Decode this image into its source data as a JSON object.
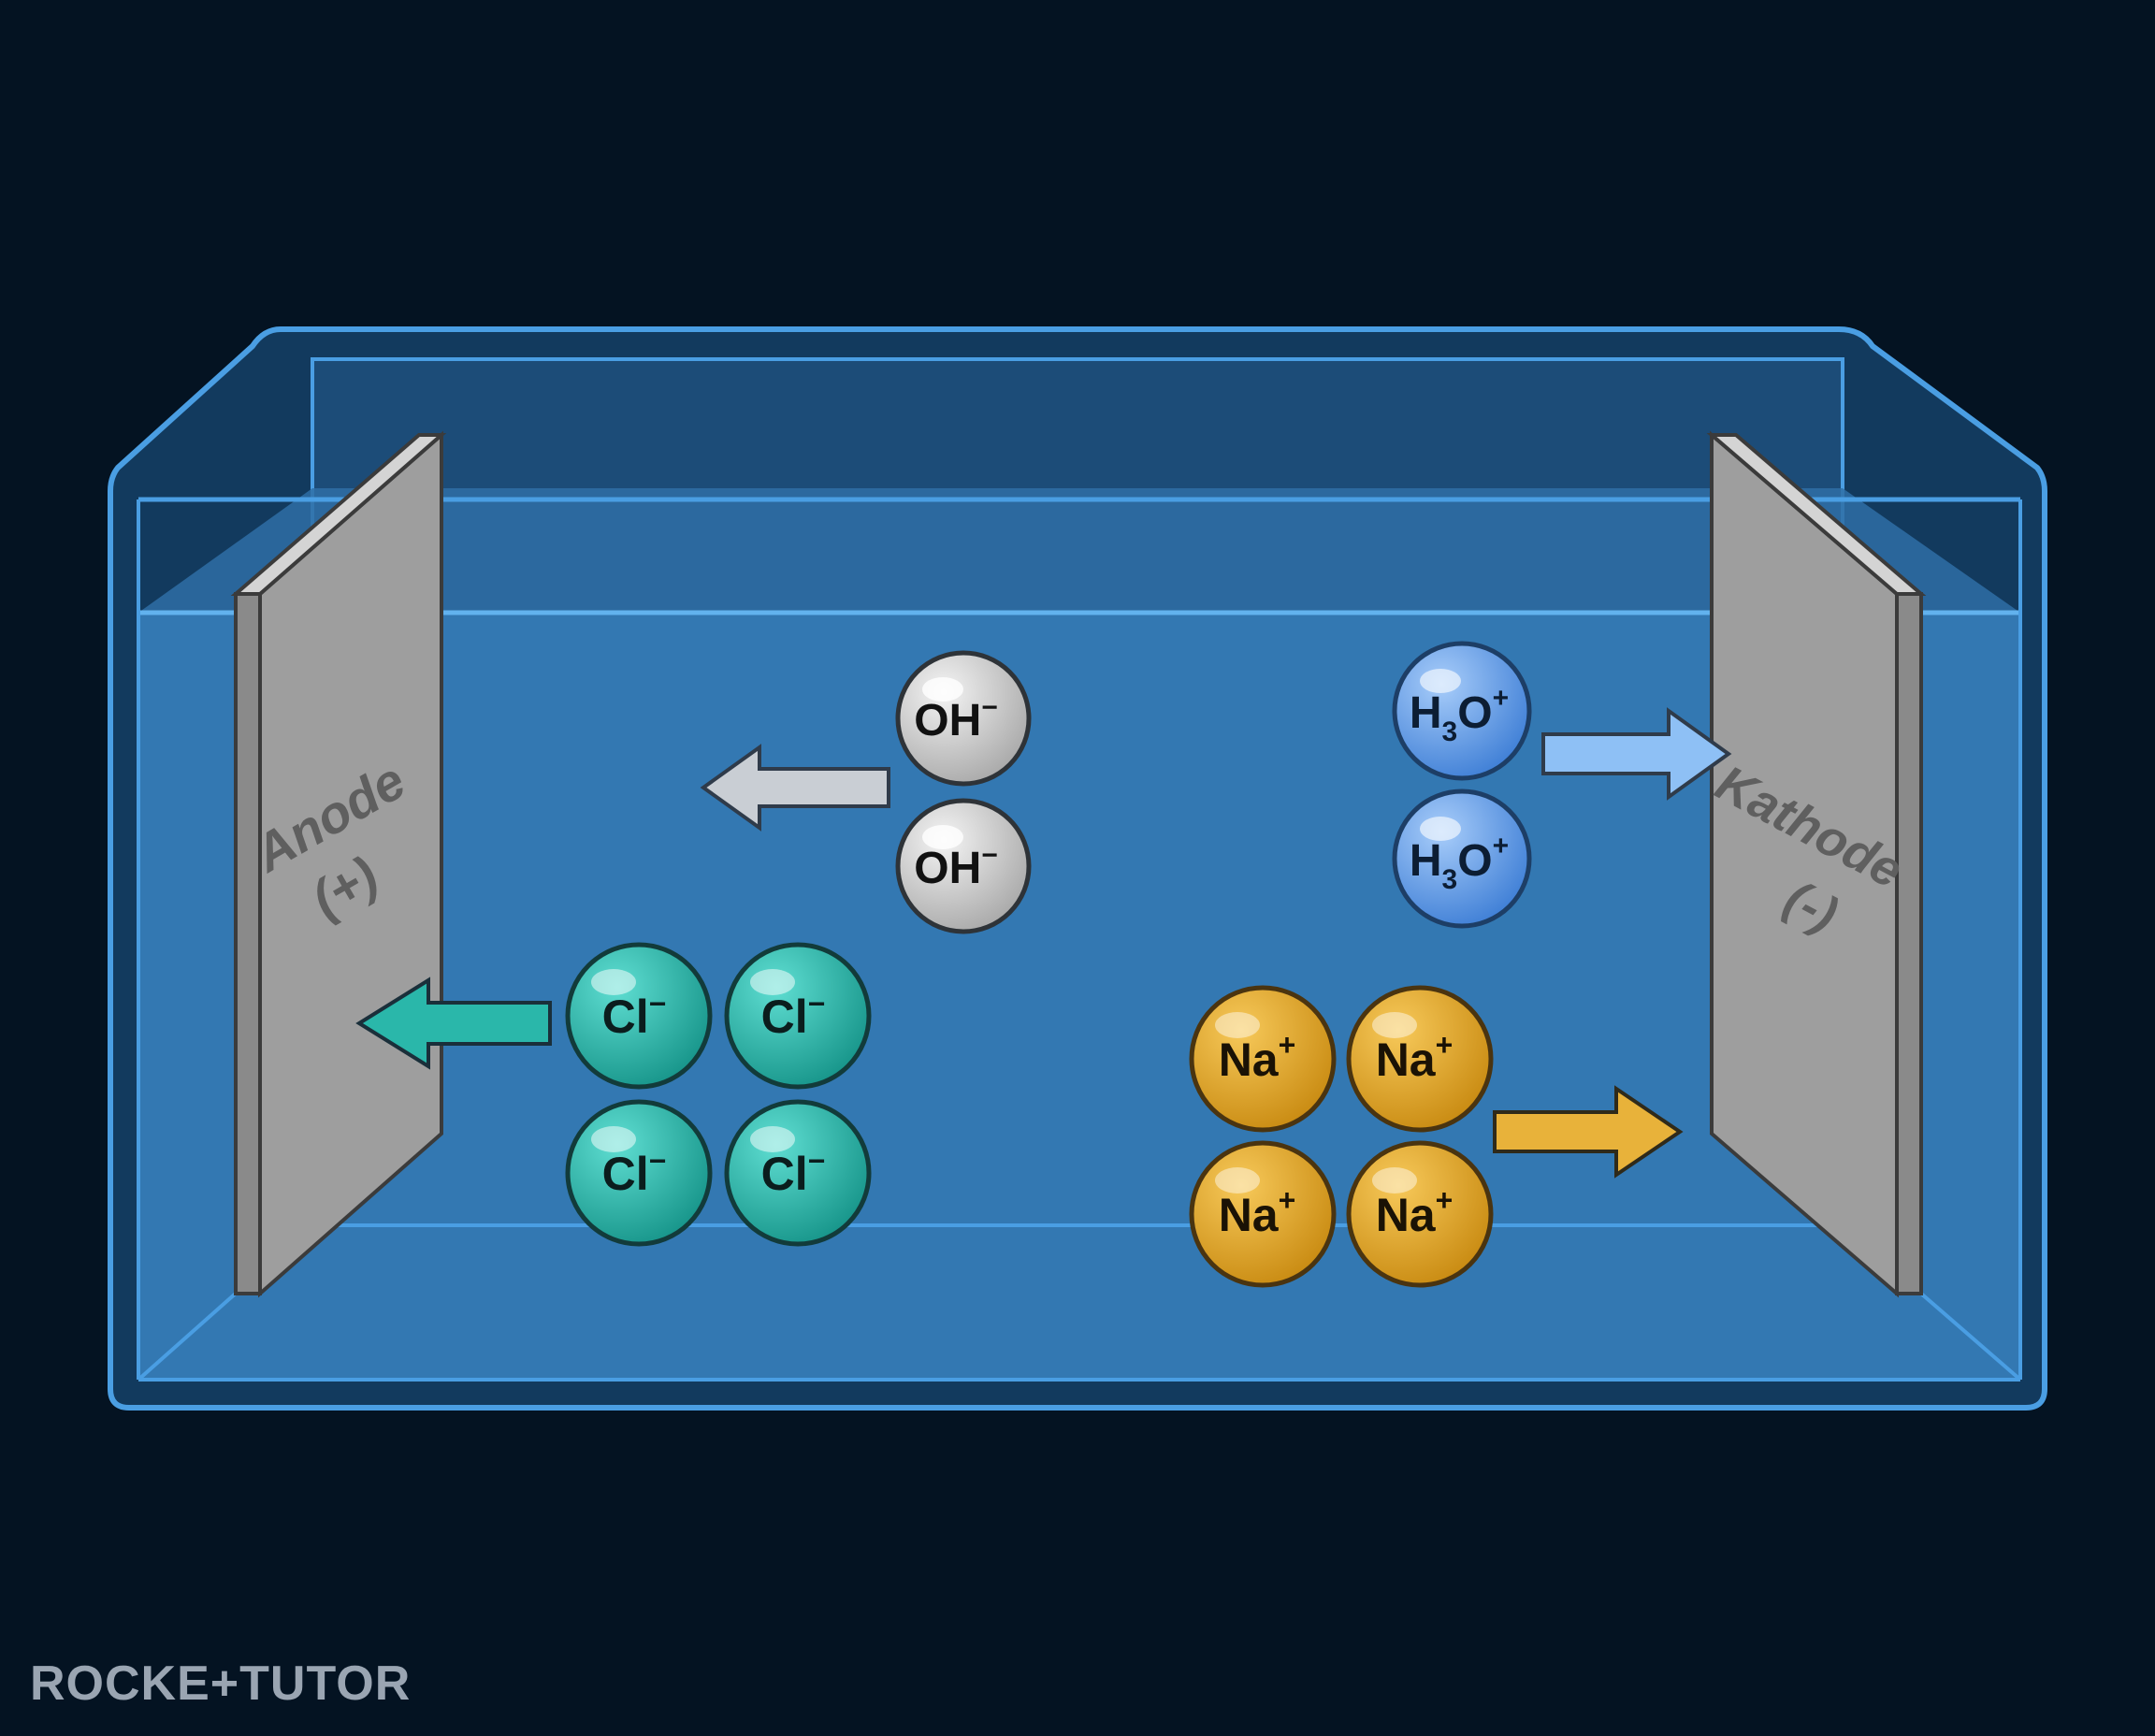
{
  "electrodes": {
    "anode": {
      "name": "Anode",
      "sign": "(+)",
      "color": "#9e9e9e"
    },
    "cathode": {
      "name": "Kathode",
      "sign": "(-)",
      "color": "#9e9e9e"
    }
  },
  "ions": {
    "oh": {
      "base": "OH",
      "charge": "−",
      "count": 2,
      "color": "#c9c9c9"
    },
    "h3o": {
      "h": "H",
      "sub": "3",
      "o": "O",
      "charge": "+",
      "count": 2,
      "color": "#5b9bef"
    },
    "cl": {
      "base": "Cl",
      "charge": "−",
      "count": 4,
      "color": "#2ab7aa"
    },
    "na": {
      "base": "Na",
      "charge": "+",
      "count": 4,
      "color": "#e8a92a"
    }
  },
  "arrows": {
    "oh_arrow": {
      "direction": "left",
      "color": "#c9ced4"
    },
    "h3o_arrow": {
      "direction": "right",
      "color": "#8ec0f5"
    },
    "cl_arrow": {
      "direction": "left",
      "color": "#2ab7aa"
    },
    "na_arrow": {
      "direction": "right",
      "color": "#e8b23a"
    }
  },
  "brand": {
    "text": "ROCKE+TUTOR"
  }
}
